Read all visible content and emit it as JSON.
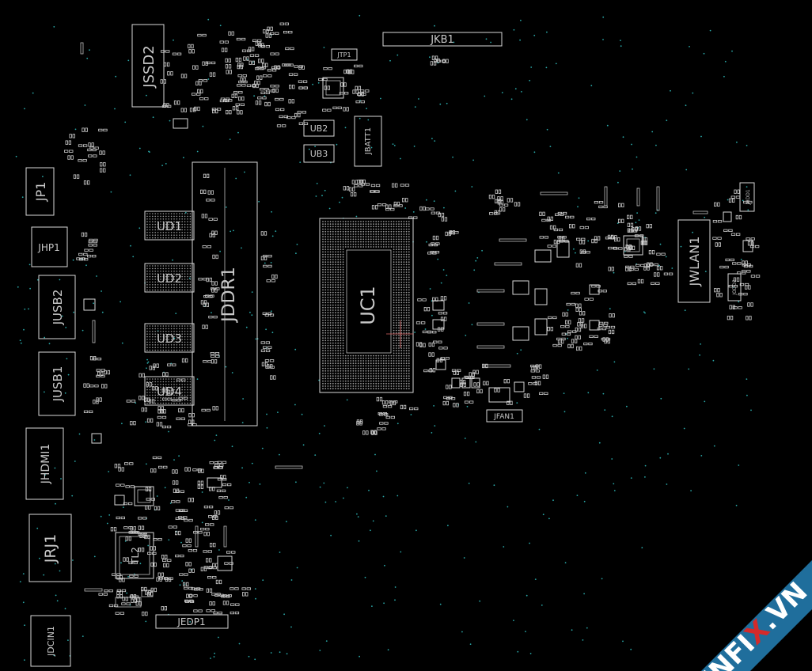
{
  "board": {
    "refdes": {
      "jssd2": "JSSD2",
      "jkb1": "JKB1",
      "jtp1": "JTP1",
      "ub2": "UB2",
      "ub3": "UB3",
      "jbatt1": "JBATT1",
      "jp1": "JP1",
      "jhp1": "JHP1",
      "jusb2": "JUSB2",
      "jusb1": "JUSB1",
      "jhdmi1": "JHDMI1",
      "jrj1": "JRJ1",
      "jdcin1": "JDCIN1",
      "ud1": "UD1",
      "ud2": "UD2",
      "ud3": "UD3",
      "ud4": "UD4",
      "jddr1": "JDDR1",
      "uc1": "UC1",
      "jwlan1": "JWLAN1",
      "jfan1": "JFAN1",
      "jedp1": "JEDP1",
      "tl2": "TL2",
      "jhdd1": "JHDD1",
      "jodd3": "JODD3"
    }
  },
  "watermark": {
    "text_left": "HNFI",
    "text_accent": "X",
    "text_right": ".VN",
    "band_color": "#1f6e9c",
    "accent_color": "#d42a2a"
  }
}
